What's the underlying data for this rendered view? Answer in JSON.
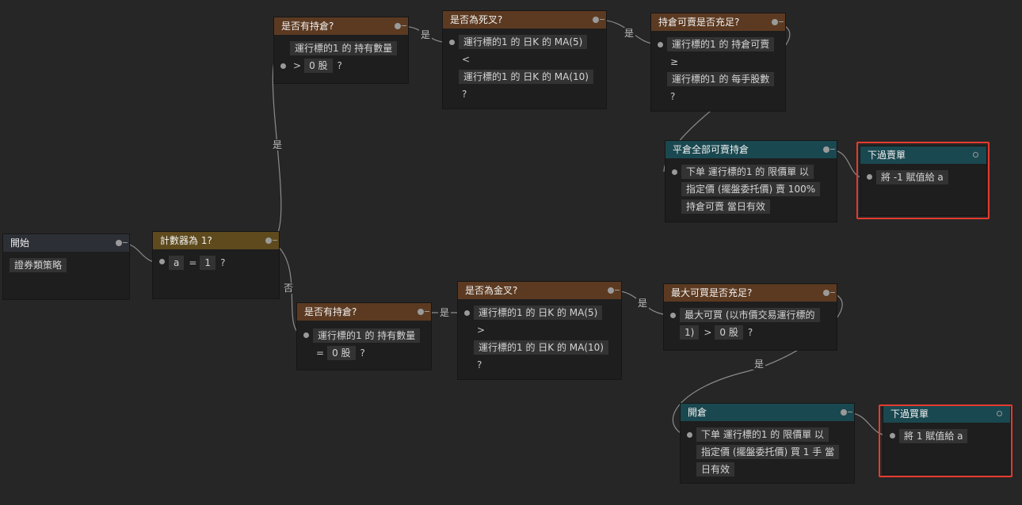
{
  "edges": {
    "yes": "是",
    "no": "否"
  },
  "nodes": {
    "start": {
      "title": "開始",
      "chip": "證券類策略"
    },
    "counter": {
      "title": "計數器為 1?",
      "var": "a",
      "op": "=",
      "value": "1",
      "q": "?"
    },
    "top_hold": {
      "title": "是否有持倉?",
      "field": "運行標的1 的 持有數量",
      "op": ">",
      "value": "0 股",
      "q": "?"
    },
    "dead_cross": {
      "title": "是否為死叉?",
      "left": "運行標的1 的 日K 的 MA(5)",
      "op": "<",
      "right": "運行標的1 的 日K 的 MA(10)",
      "q": "?"
    },
    "sellable": {
      "title": "持倉可賣是否充足?",
      "left": "運行標的1 的 持倉可賣",
      "op": "≥",
      "right": "運行標的1 的 每手股數",
      "q": "?"
    },
    "close_all": {
      "title": "平倉全部可賣持倉",
      "line1": "下单 運行標的1 的 限價單 以",
      "line2": "指定價 (擺盤委托價) 賣 100%",
      "line3": "持倉可賣 當日有效"
    },
    "sell_order": {
      "title": "下過賣單",
      "chip": "將 -1 賦值給 a"
    },
    "bottom_hold": {
      "title": "是否有持倉?",
      "field": "運行標的1 的 持有數量",
      "op": "=",
      "value": "0 股",
      "q": "?"
    },
    "golden_cross": {
      "title": "是否為金叉?",
      "left": "運行標的1 的 日K 的 MA(5)",
      "op": ">",
      "right": "運行標的1 的 日K 的 MA(10)",
      "q": "?"
    },
    "max_buy": {
      "title": "最大可買是否充足?",
      "line1": "最大可買 (以市價交易運行標的",
      "line2": "1)",
      "op": ">",
      "value": "0 股",
      "q": "?"
    },
    "open": {
      "title": "開倉",
      "line1": "下单 運行標的1 的 限價單 以",
      "line2": "指定價 (擺盤委托價) 買 1 手 當",
      "line3": "日有效"
    },
    "buy_order": {
      "title": "下過買單",
      "chip": "將 1 賦值給 a"
    }
  }
}
